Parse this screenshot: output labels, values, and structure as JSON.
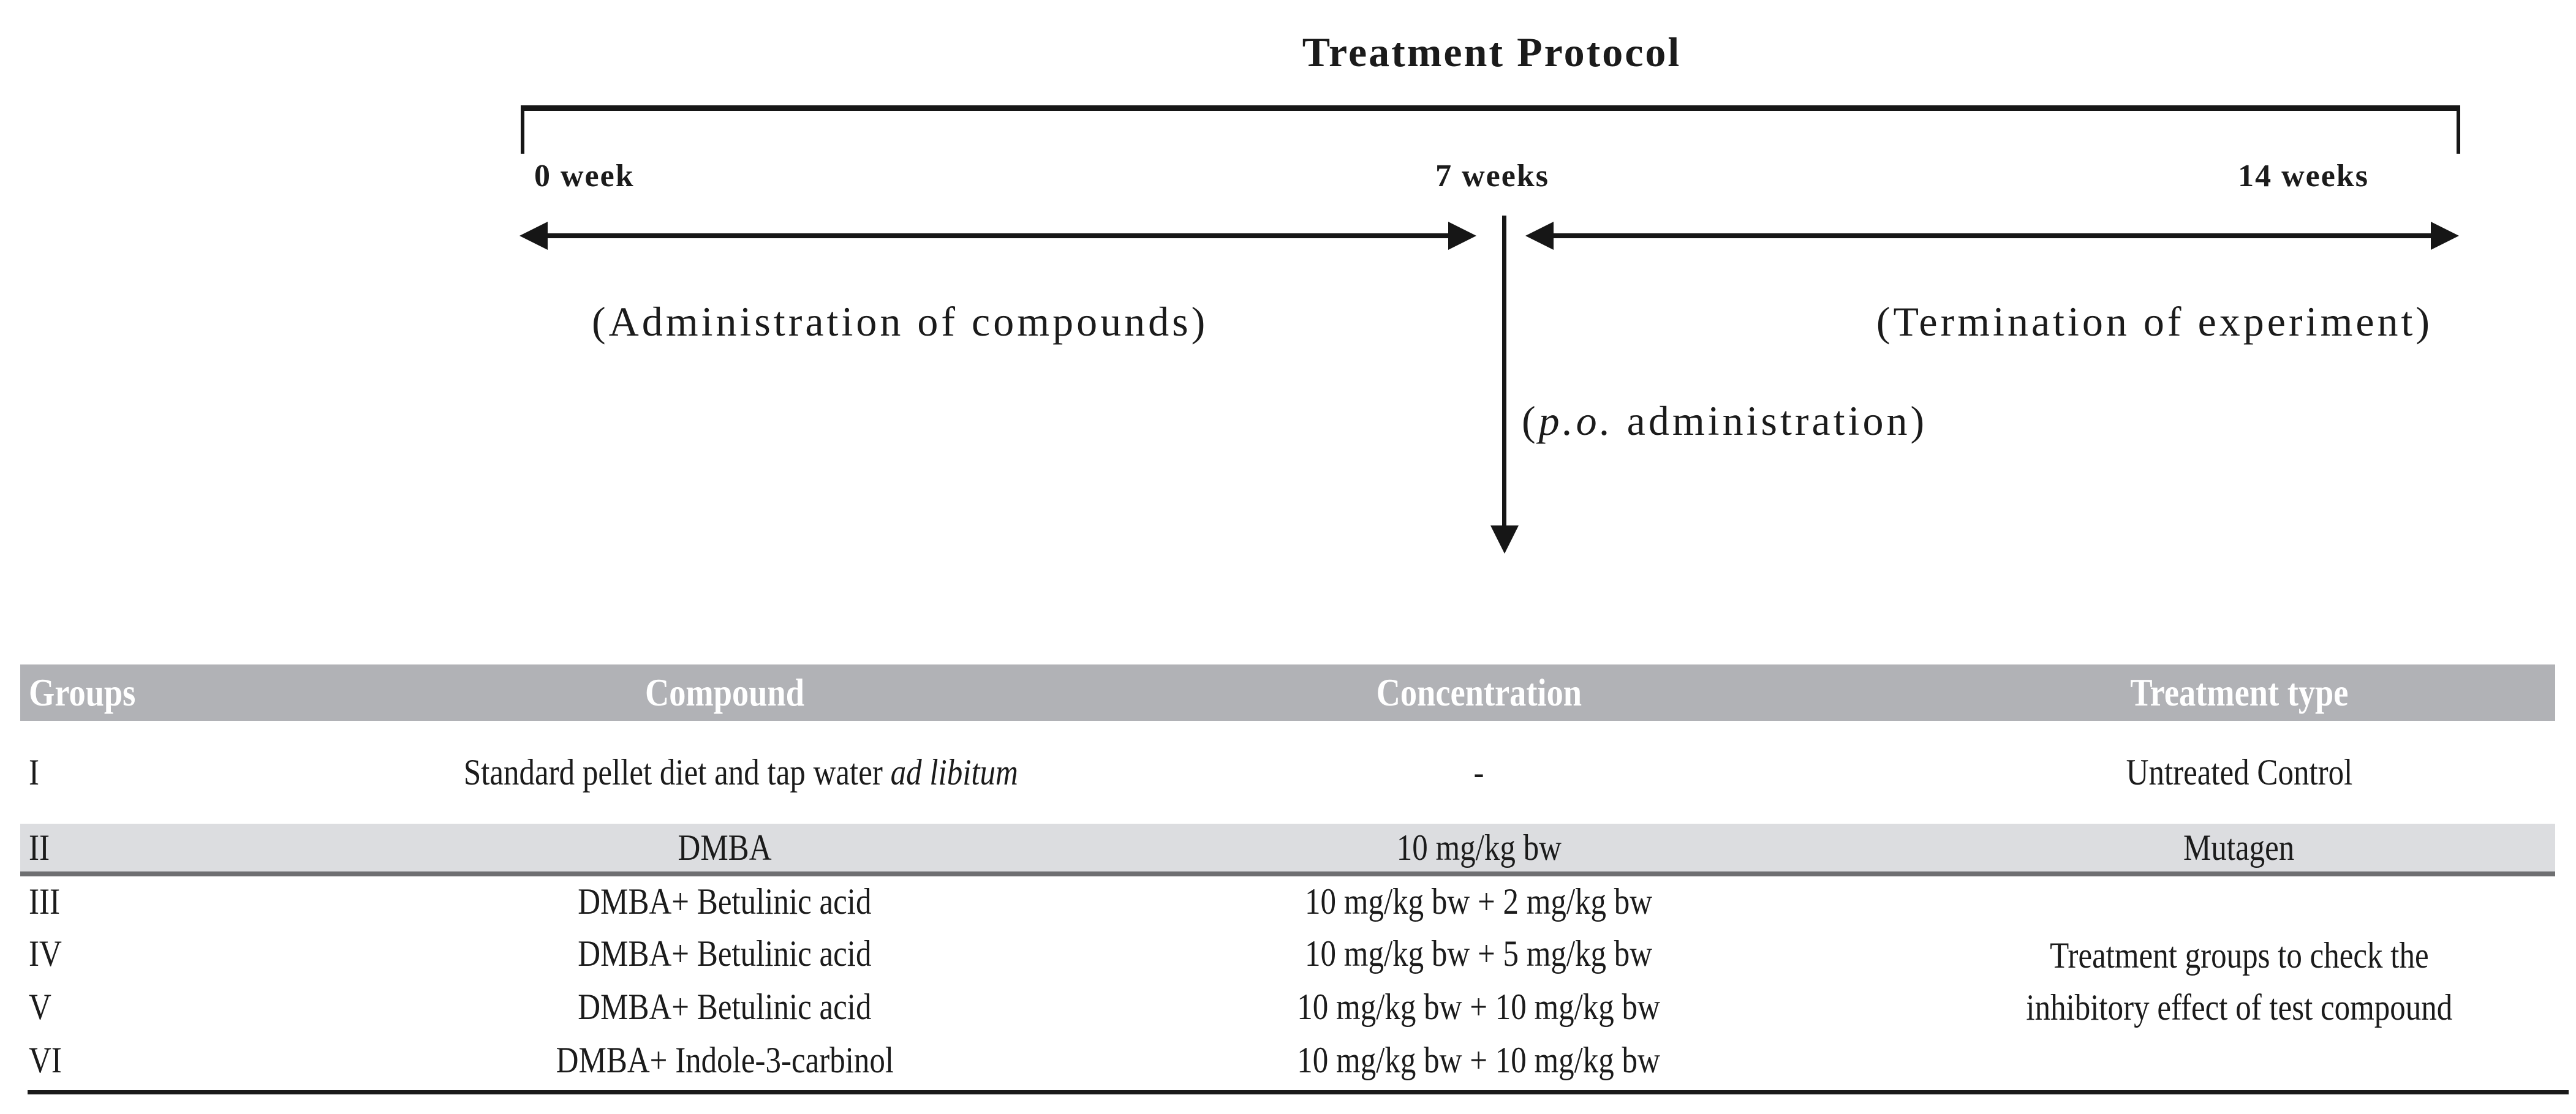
{
  "diagram": {
    "title": "Treatment Protocol",
    "timeline": {
      "start_label": "0 week",
      "mid_label": "7 weeks",
      "end_label": "14 weeks",
      "phase1_caption": "(Administration of compounds)",
      "phase2_caption": "(Termination of experiment)",
      "po_caption_open": "(",
      "po_caption_italic": "p.o.",
      "po_caption_rest": " administration)"
    }
  },
  "table": {
    "headers": {
      "groups": "Groups",
      "compound": "Compound",
      "concentration": "Concentration",
      "treatment_type": "Treatment type"
    },
    "rows": [
      {
        "group": "I",
        "compound": "Standard pellet diet and tap water ",
        "compound_italic": "ad libitum",
        "concentration": "-",
        "treatment": "Untreated Control"
      },
      {
        "group": "II",
        "compound": "DMBA",
        "concentration": "10 mg/kg bw",
        "treatment": "Mutagen"
      },
      {
        "group": "III",
        "compound": "DMBA+ Betulinic acid",
        "concentration": "10 mg/kg bw + 2 mg/kg bw"
      },
      {
        "group": "IV",
        "compound": "DMBA+ Betulinic acid",
        "concentration": "10 mg/kg bw + 5 mg/kg bw"
      },
      {
        "group": "V",
        "compound": "DMBA+ Betulinic acid",
        "concentration": "10 mg/kg bw + 10 mg/kg bw"
      },
      {
        "group": "VI",
        "compound": "DMBA+ Indole-3-carbinol",
        "concentration": "10 mg/kg bw + 10 mg/kg bw"
      }
    ],
    "merged_treatment": "Treatment groups to check the\ninhibitory effect of test compound"
  },
  "colors": {
    "header_bg": "#b1b2b6",
    "header_text": "#ffffff",
    "alt_row_bg": "#dcdde0",
    "alt_row_border": "#6e6f71",
    "line_color": "#1a1a1a",
    "text_color": "#1b1b1b"
  }
}
